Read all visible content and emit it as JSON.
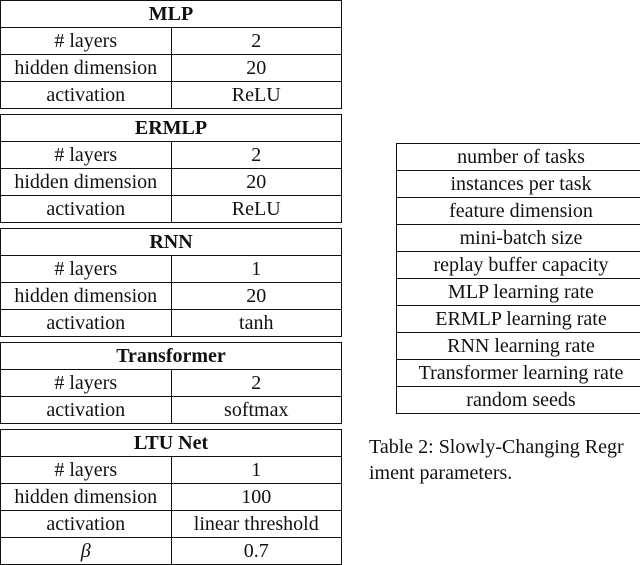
{
  "left_tables": [
    {
      "title": "MLP",
      "rows": [
        [
          "# layers",
          "2"
        ],
        [
          "hidden dimension",
          "20"
        ],
        [
          "activation",
          "ReLU"
        ]
      ]
    },
    {
      "title": "ERMLP",
      "rows": [
        [
          "# layers",
          "2"
        ],
        [
          "hidden dimension",
          "20"
        ],
        [
          "activation",
          "ReLU"
        ]
      ]
    },
    {
      "title": "RNN",
      "rows": [
        [
          "# layers",
          "1"
        ],
        [
          "hidden dimension",
          "20"
        ],
        [
          "activation",
          "tanh"
        ]
      ]
    },
    {
      "title": "Transformer",
      "rows": [
        [
          "# layers",
          "2"
        ],
        [
          "activation",
          "softmax"
        ]
      ]
    },
    {
      "title": "LTU Net",
      "rows": [
        [
          "# layers",
          "1"
        ],
        [
          "hidden dimension",
          "100"
        ],
        [
          "activation",
          "linear threshold"
        ],
        [
          "β",
          "0.7"
        ]
      ]
    }
  ],
  "right_table": {
    "rows": [
      "number of tasks",
      "instances per task",
      "feature dimension",
      "mini-batch size",
      "replay buffer capacity",
      "MLP learning rate",
      "ERMLP learning rate",
      "RNN learning rate",
      "Transformer learning rate",
      "random seeds"
    ]
  },
  "caption": {
    "line1": "Table 2: Slowly-Changing Regr",
    "line2": "iment parameters."
  }
}
